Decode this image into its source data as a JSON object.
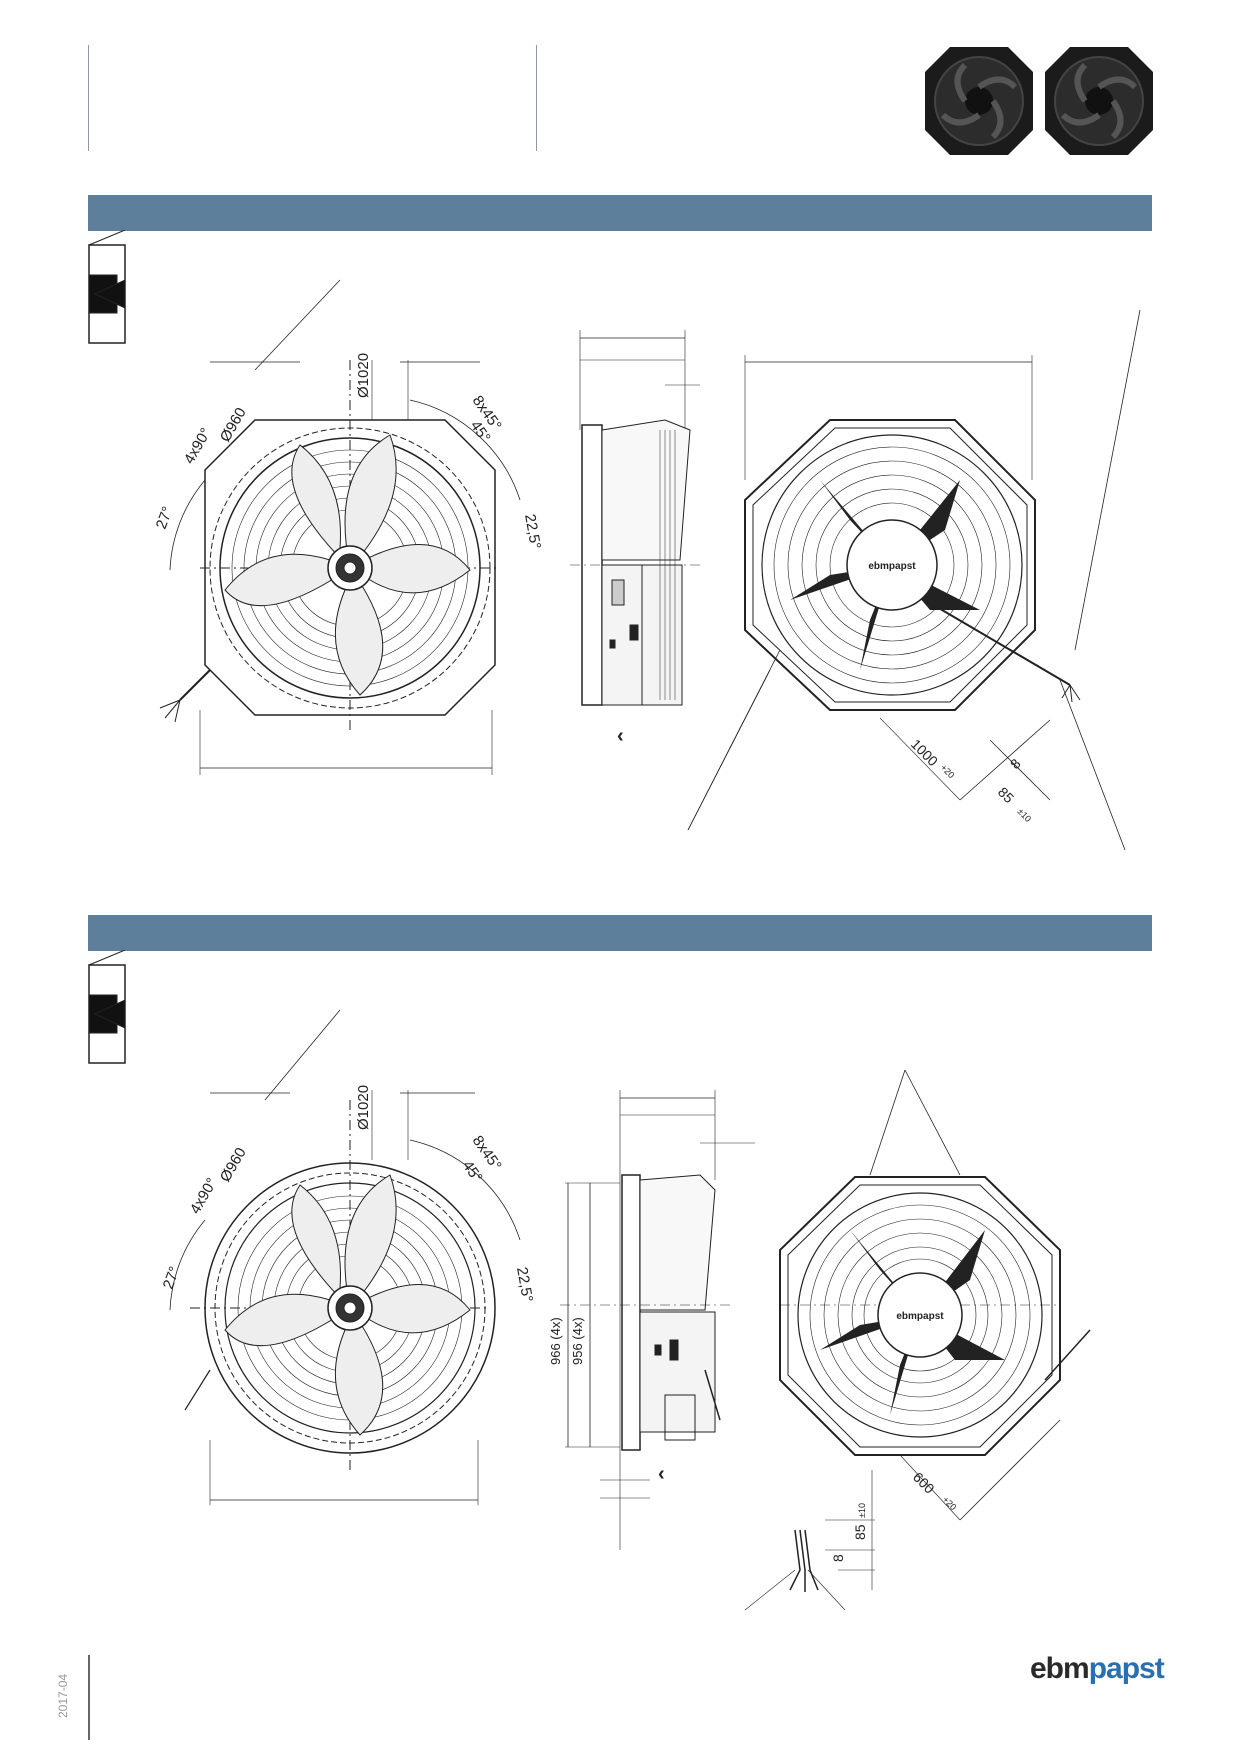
{
  "header": {
    "product_photos": [
      "fan-photo-1",
      "fan-photo-2"
    ]
  },
  "section1": {
    "dims": {
      "d1020": "Ø1020",
      "d960": "Ø960",
      "holes": "8x45°",
      "a45": "45°",
      "a4x90": "4x90°",
      "a27": "27°",
      "a225": "22,5°",
      "cable": "1000",
      "cable_tol": "+20",
      "strip": "8",
      "strip_len": "85",
      "strip_tol": "±10",
      "view_marker": "‹"
    }
  },
  "section2": {
    "dims": {
      "d1020": "Ø1020",
      "d960": "Ø960",
      "holes": "8x45°",
      "a45": "45°",
      "a4x90": "4x90°",
      "a27": "27°",
      "a225": "22,5°",
      "h966": "966 (4x)",
      "h956": "956 (4x)",
      "cable": "600",
      "cable_tol": "+20",
      "strip": "8",
      "strip_len": "85",
      "strip_tol": "±10",
      "hub_label": "ebmpapst",
      "view_marker": "‹"
    }
  },
  "hub_label": "ebmpapst",
  "footer": {
    "date": "2017-04",
    "logo_part1": "ebm",
    "logo_part2": "papst"
  },
  "colors": {
    "band": "#5e7f9b",
    "logo_blue": "#2a6fb0"
  }
}
